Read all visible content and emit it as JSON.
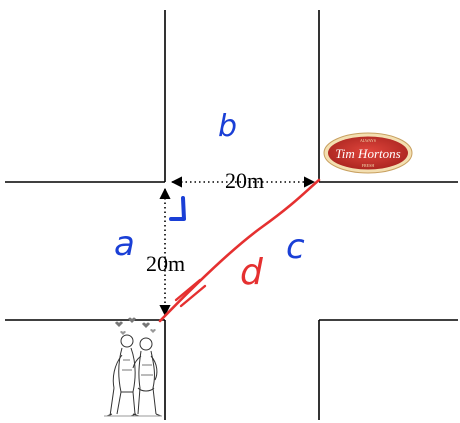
{
  "labels": {
    "horizontal_distance": "20m",
    "vertical_distance": "20m",
    "side_a": "a",
    "side_b": "b",
    "side_c": "c",
    "side_d": "d"
  },
  "logo": {
    "brand_text": "Tim Hortons",
    "top_text": "ALWAYS",
    "bottom_text": "FRESH"
  },
  "colors": {
    "road_lines": "#000000",
    "route_line": "#e53030",
    "handwritten_blue": "#1a3fd6",
    "handwritten_red": "#e53030",
    "logo_fill": "#c8352e",
    "logo_ring": "#f0d9a8"
  },
  "icons": {
    "pedestrians": "elderly-couple-illustration",
    "right_angle": "right-angle-mark"
  }
}
